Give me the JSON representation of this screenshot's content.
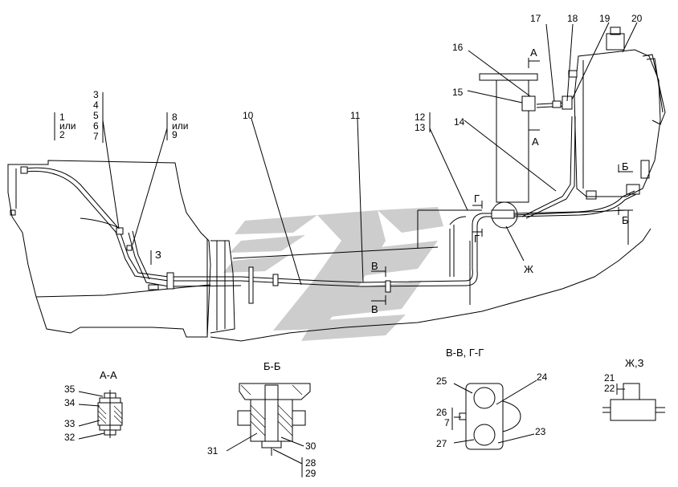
{
  "drawing": {
    "callouts": {
      "n1": "1",
      "or_a": "или",
      "n2": "2",
      "n3": "3",
      "n4": "4",
      "n5": "5",
      "n6": "6",
      "n7": "7",
      "n8": "8",
      "or_b": "или",
      "n9": "9",
      "n10": "10",
      "n11": "11",
      "n12": "12",
      "n13": "13",
      "n14": "14",
      "n15": "15",
      "n16": "16",
      "n17": "17",
      "n18": "18",
      "n19": "19",
      "n20": "20",
      "n21": "21",
      "n22": "22",
      "n23": "23",
      "n24": "24",
      "n25": "25",
      "n26": "26",
      "n27": "27",
      "n28": "28",
      "n29": "29",
      "n30": "30",
      "n31": "31",
      "n32": "32",
      "n33": "33",
      "n34": "34",
      "n35": "35",
      "n7b": "7"
    },
    "section_marks": {
      "a_top": "А",
      "a_bottom": "А",
      "b_top": "Б",
      "b_bottom": "Б",
      "v_top": "В",
      "v_bottom": "В",
      "g_top": "Г",
      "g_bottom": "Г",
      "zh": "Ж",
      "z": "З"
    },
    "views": {
      "aa": "А-А",
      "bb": "Б-Б",
      "vv_gg": "В-В, Г-Г",
      "zh_z": "Ж,З"
    },
    "colors": {
      "ink": "#000000",
      "watermark": "#bdbdbd"
    }
  }
}
